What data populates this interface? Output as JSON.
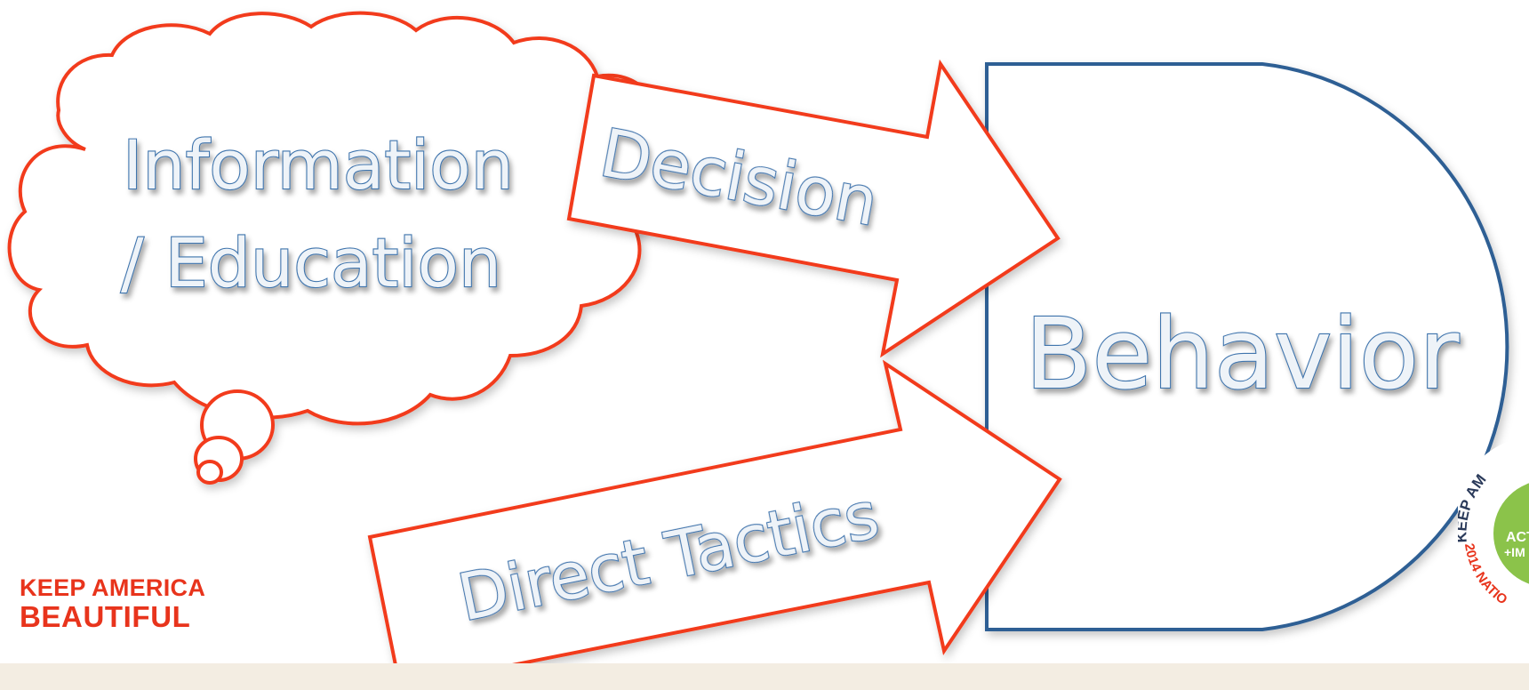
{
  "diagram": {
    "cloud_label_line1": "Information",
    "cloud_label_line2": "/ Education",
    "decision_arrow_label": "Decision",
    "tactics_arrow_label": "Direct Tactics",
    "behavior_label": "Behavior"
  },
  "brand": {
    "line1": "KEEP AMERICA",
    "line2": "BEAUTIFUL"
  },
  "seal": {
    "arc_top": "KEEP AM",
    "arc_bottom": "2014 NATIO",
    "center_line1": "ACT",
    "center_line2": "+IM"
  },
  "colors": {
    "shape_outline_red": "#f23a1c",
    "behavior_outline_blue": "#2f5f94",
    "text_outline_blue": "#3f74ad",
    "seal_green": "#8bc34a",
    "footer_band": "#f3ede2"
  },
  "icons": {
    "seal": "keep-america-beautiful-seal"
  }
}
